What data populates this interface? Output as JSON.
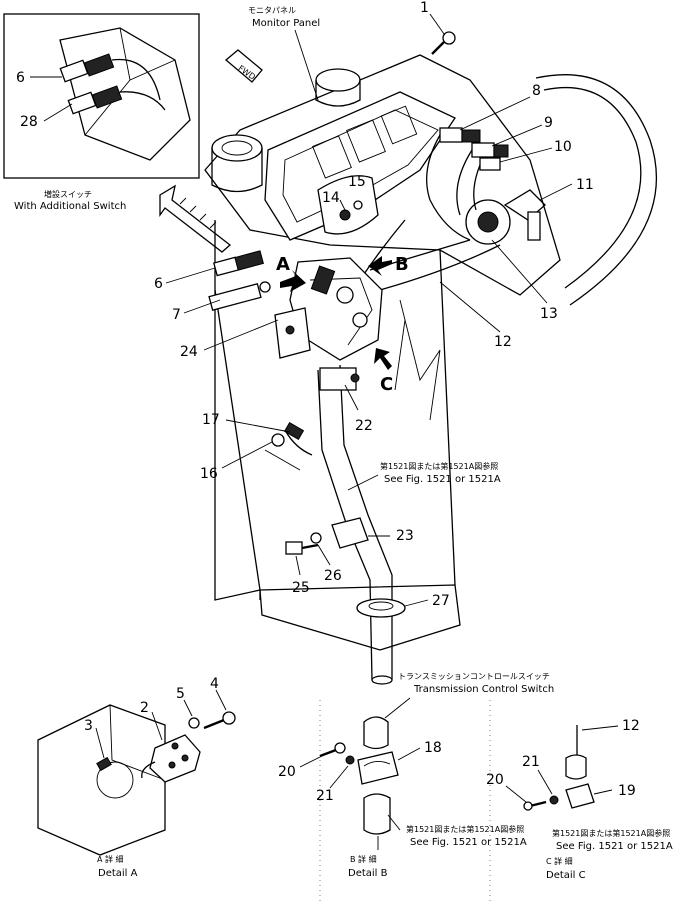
{
  "labels": {
    "monitor_panel_jp": "モニタパネル",
    "monitor_panel_en": "Monitor Panel",
    "additional_switch_jp": "増設スイッチ",
    "additional_switch_en": "With Additional Switch",
    "see_fig_jp": "第1521図または第1521A図参照",
    "see_fig_en": "See Fig. 1521 or 1521A",
    "trans_switch_jp": "トランスミッションコントロールスイッチ",
    "trans_switch_en": "Transmission Control Switch",
    "fwd": "FWD",
    "arrow_a": "A",
    "arrow_b": "B",
    "arrow_c": "C",
    "detail_a_jp": "A 詳 細",
    "detail_a_en": "Detail A",
    "detail_b_jp": "B 詳 細",
    "detail_b_en": "Detail B",
    "detail_c_jp": "C 詳 細",
    "detail_c_en": "Detail C"
  },
  "callouts": {
    "c1": "1",
    "c2": "2",
    "c3": "3",
    "c4": "4",
    "c5": "5",
    "c6a": "6",
    "c6b": "6",
    "c7": "7",
    "c8": "8",
    "c9": "9",
    "c10": "10",
    "c11": "11",
    "c12a": "12",
    "c12b": "12",
    "c13": "13",
    "c14": "14",
    "c15": "15",
    "c16": "16",
    "c17": "17",
    "c18": "18",
    "c19": "19",
    "c20a": "20",
    "c20b": "20",
    "c21a": "21",
    "c21b": "21",
    "c22": "22",
    "c23": "23",
    "c24": "24",
    "c25": "25",
    "c26": "26",
    "c27": "27",
    "c28": "28"
  }
}
